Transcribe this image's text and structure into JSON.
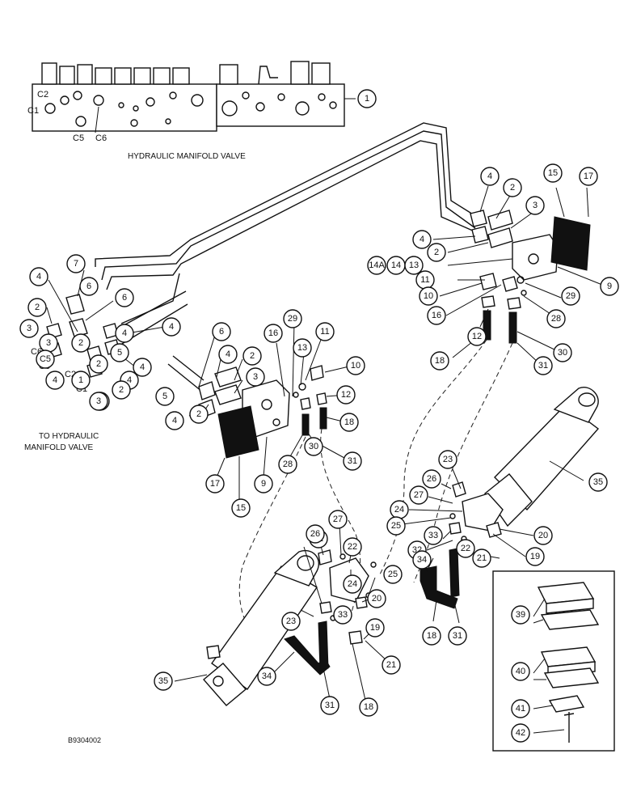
{
  "labels": {
    "manifold_caption": "HYDRAULIC MANIFOLD VALVE",
    "to_manifold_line1": "TO HYDRAULIC",
    "to_manifold_line2": "MANIFOLD VALVE",
    "figure_id": "B9304002"
  },
  "port_labels": [
    "C2",
    "C1",
    "C5",
    "C6",
    "C6",
    "C5",
    "C2",
    "C1"
  ],
  "callouts": [
    "1",
    "4",
    "2",
    "3",
    "4",
    "2",
    "15",
    "17",
    "14A",
    "14",
    "13",
    "11",
    "10",
    "16",
    "12",
    "9",
    "29",
    "28",
    "18",
    "30",
    "31",
    "7",
    "6",
    "4",
    "2",
    "4",
    "3",
    "2",
    "6",
    "4",
    "3",
    "5",
    "4",
    "2",
    "4",
    "3",
    "4",
    "C5",
    "2",
    "3",
    "1",
    "6",
    "4",
    "2",
    "3",
    "5",
    "4",
    "2",
    "16",
    "29",
    "11",
    "13",
    "10",
    "12",
    "18",
    "17",
    "15",
    "9",
    "28",
    "30",
    "31",
    "23",
    "26",
    "27",
    "24",
    "25",
    "35",
    "33",
    "32",
    "22",
    "20",
    "19",
    "34",
    "21",
    "18",
    "31",
    "32",
    "26",
    "27",
    "22",
    "24",
    "25",
    "20",
    "23",
    "33",
    "19",
    "21",
    "34",
    "31",
    "18",
    "35",
    "39",
    "40",
    "41",
    "42"
  ]
}
